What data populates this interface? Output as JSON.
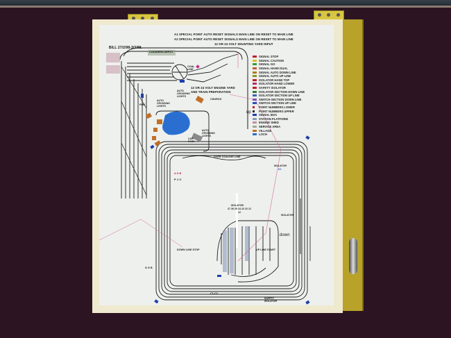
{
  "scene": {
    "description": "Photo of a framed model railway track layout diagram mounted on a cabinet door",
    "colors": {
      "wall": "#2c1422",
      "door_panel": "#b8a22a",
      "frame": "#efe9cf",
      "paper": "#eef0ee",
      "hinge": "#d8c640",
      "track": "#1a1a1a",
      "signal_red": "#c01b2c",
      "loch": "#2a6fd0",
      "building": "#c0702a",
      "signal_box": "#1f3fa8"
    }
  },
  "diagram": {
    "header": {
      "author_date": "BILL 27/2/98-3/3/98.",
      "note_a1": "A1  SPECIAL POINT AUTO RESET SIGNALS MAIN LINE ON RESET TO MAIN LINE",
      "note_a2": "A2  SPECIAL POINT AUTO RESET SIGNALS MAIN LINE ON RESET TO MAIN LINE",
      "shunting_input": "12 OR 24 VOLT SHUNTING YARD INPUT"
    },
    "labels": {
      "cleaners_depot": "CLEANERS DEPOT",
      "coal_line": "COAL LINE",
      "engine_yard": "12 OR 24 VOLT ENGINE YARD",
      "train_prep": "AND TRAIN PREPARATION",
      "church": "CHURCH",
      "pub": "PUB",
      "auto_crossing_1": "AUTO CROSSING LIGHTS",
      "auto_crossing_2": "AUTO CROSSING LIGHTS",
      "auto_crossing_3": "AUTO CROSSING LIGHTS",
      "car_park": "CAR PARK",
      "up": "up",
      "down": "down",
      "over_coaling_line": "OVER COALING LINE",
      "isolator_right": "ISOLATOR",
      "isolator_right_code": "K2",
      "isolator_center": "ISOLATOR",
      "isolator_center_nums": "27 26 25 24 23 22 21",
      "isolator_center_sub": "12",
      "isolator_tc": "ISOLATOR",
      "down_line_stop": "DOWN LINE STOP",
      "up_line_start": "UP LINE START",
      "safety_isolator": "SAFETY ISOLATOR",
      "pjc": "P J C",
      "c1c2": "C1-C2",
      "agb": "A G B",
      "ggb": "G G B"
    },
    "legend": [
      {
        "label": "SIGNAL STOP",
        "color": "#c01b2c"
      },
      {
        "label": "SIGNAL CAUTION",
        "color": "#d8c020"
      },
      {
        "label": "SIGNAL GO",
        "color": "#3a9a3a"
      },
      {
        "label": "SIGNAL HAND DUAL",
        "color": "#c06030"
      },
      {
        "label": "SIGNAL AUTO DOWN LINE",
        "color": "#b07a20"
      },
      {
        "label": "SIGNAL AUTO UP LINE",
        "color": "#8a9a20"
      },
      {
        "label": "ISOLATOR HAND TOP",
        "color": "#c01b2c"
      },
      {
        "label": "ISOLATOR HAND LOWER",
        "color": "#b0306a"
      },
      {
        "label": "SAFETY ISOLATOR",
        "color": "#c01b2c"
      },
      {
        "label": "ISOLATOR SECTION DOWN LINE",
        "color": "#3a7a3a"
      },
      {
        "label": "ISOLATOR SECTION UP LINE",
        "color": "#4060b0"
      },
      {
        "label": "SWITCH SECTION DOWN LINE",
        "color": "#8050b0"
      },
      {
        "label": "SWITCH SECTION UP LINE",
        "color": "#3050c0"
      },
      {
        "label": "POINT NUMBERS LOWER",
        "color": "#c01b2c"
      },
      {
        "label": "POINT NUMBERS UPPER",
        "color": "#222222"
      },
      {
        "label": "SIGNAL BOX",
        "color": "#1f3fa8"
      },
      {
        "label": "STATION PLATFORM",
        "color": "#8a9ab8"
      },
      {
        "label": "ENGINE SHED",
        "color": "#c090a0"
      },
      {
        "label": "SERVICE AREA",
        "color": "#9aa890"
      },
      {
        "label": "VILLAGE",
        "color": "#c0702a"
      },
      {
        "label": "LOCH",
        "color": "#2a6fd0"
      }
    ]
  }
}
